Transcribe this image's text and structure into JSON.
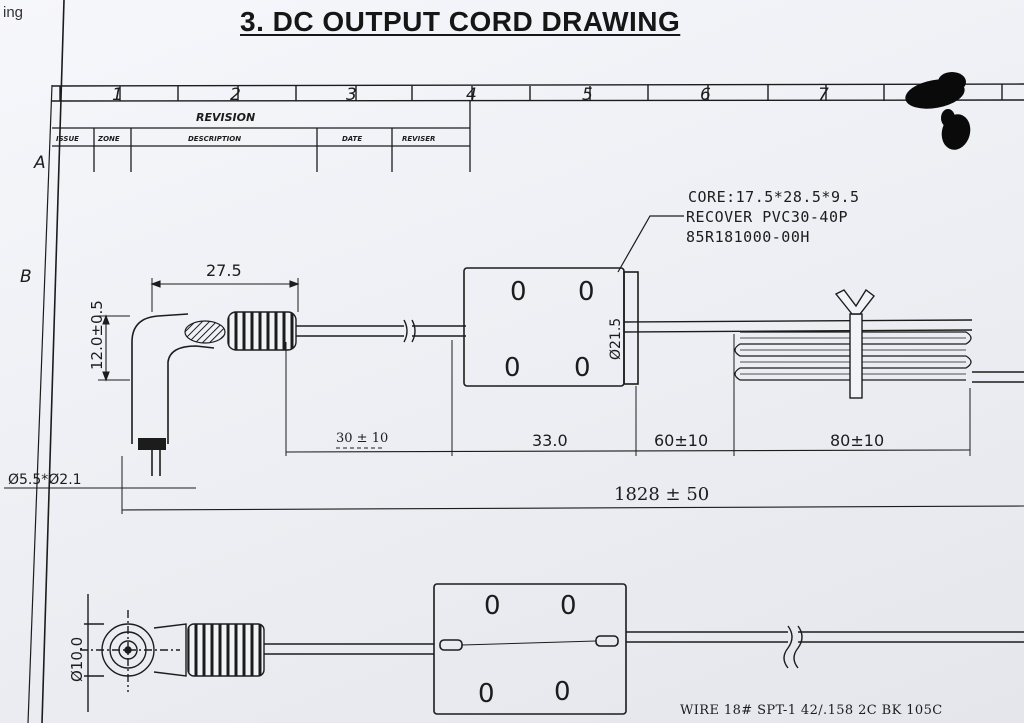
{
  "corner_text": "ing",
  "title": "3. DC OUTPUT CORD DRAWING",
  "grid": {
    "columns": [
      "1",
      "2",
      "3",
      "4",
      "5",
      "6",
      "7"
    ],
    "rows": [
      "A",
      "B"
    ]
  },
  "revision_block": {
    "title": "REVISION",
    "headers": [
      "ISSUE",
      "ZONE",
      "DESCRIPTION",
      "DATE",
      "REVISER"
    ]
  },
  "ferrite_note": {
    "line1": "CORE:17.5*28.5*9.5",
    "line2": "RECOVER PVC30-40P",
    "line3": "85R181000-00H"
  },
  "dimensions": {
    "plug_length": "27.5",
    "plug_height": "12.0±0.5",
    "plug_diameter": "Ø5.5*Ø2.1",
    "core_diameter": "Ø21.5",
    "seg_1": "30 ± 10",
    "seg_2": "33.0",
    "seg_3": "60±10",
    "seg_4": "80±10",
    "total": "1828 ± 50",
    "front_diameter": "Ø10.0"
  },
  "wire_spec": "WIRE 18# SPT-1 42/.158 2C BK 105C",
  "colors": {
    "ink": "#1c1c1c",
    "paper": "#f2f3f7",
    "smudge": "#0a0a0a"
  }
}
